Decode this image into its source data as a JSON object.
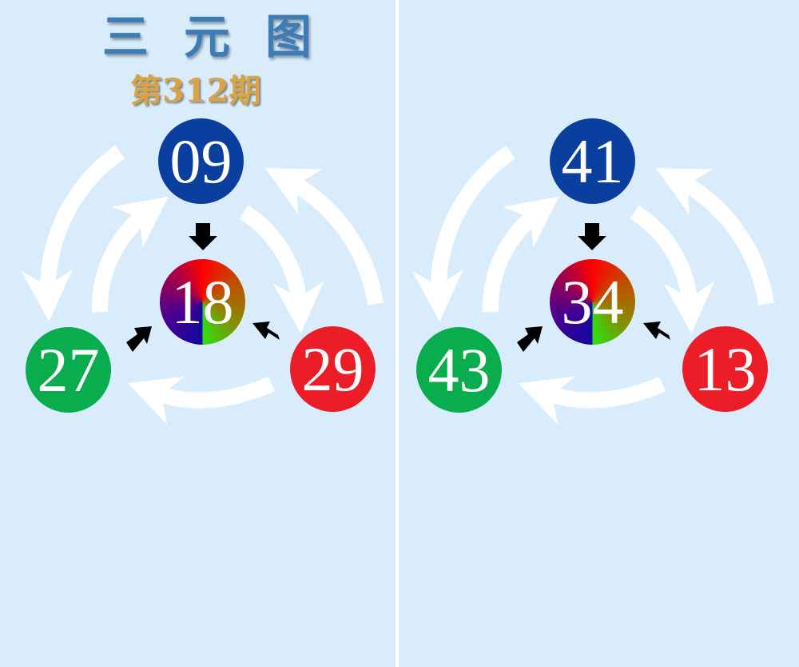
{
  "title": "三元图",
  "title_chars": [
    "三",
    "元",
    "图"
  ],
  "issue": "第312期",
  "panels": [
    {
      "top": "09",
      "center": "18",
      "left": "27",
      "right": "29"
    },
    {
      "top": "41",
      "center": "34",
      "left": "43",
      "right": "13"
    }
  ],
  "colors": {
    "background": "#d8ecfb",
    "top": "#0a3f9f",
    "left": "#0aad4d",
    "right": "#ec1d27"
  }
}
